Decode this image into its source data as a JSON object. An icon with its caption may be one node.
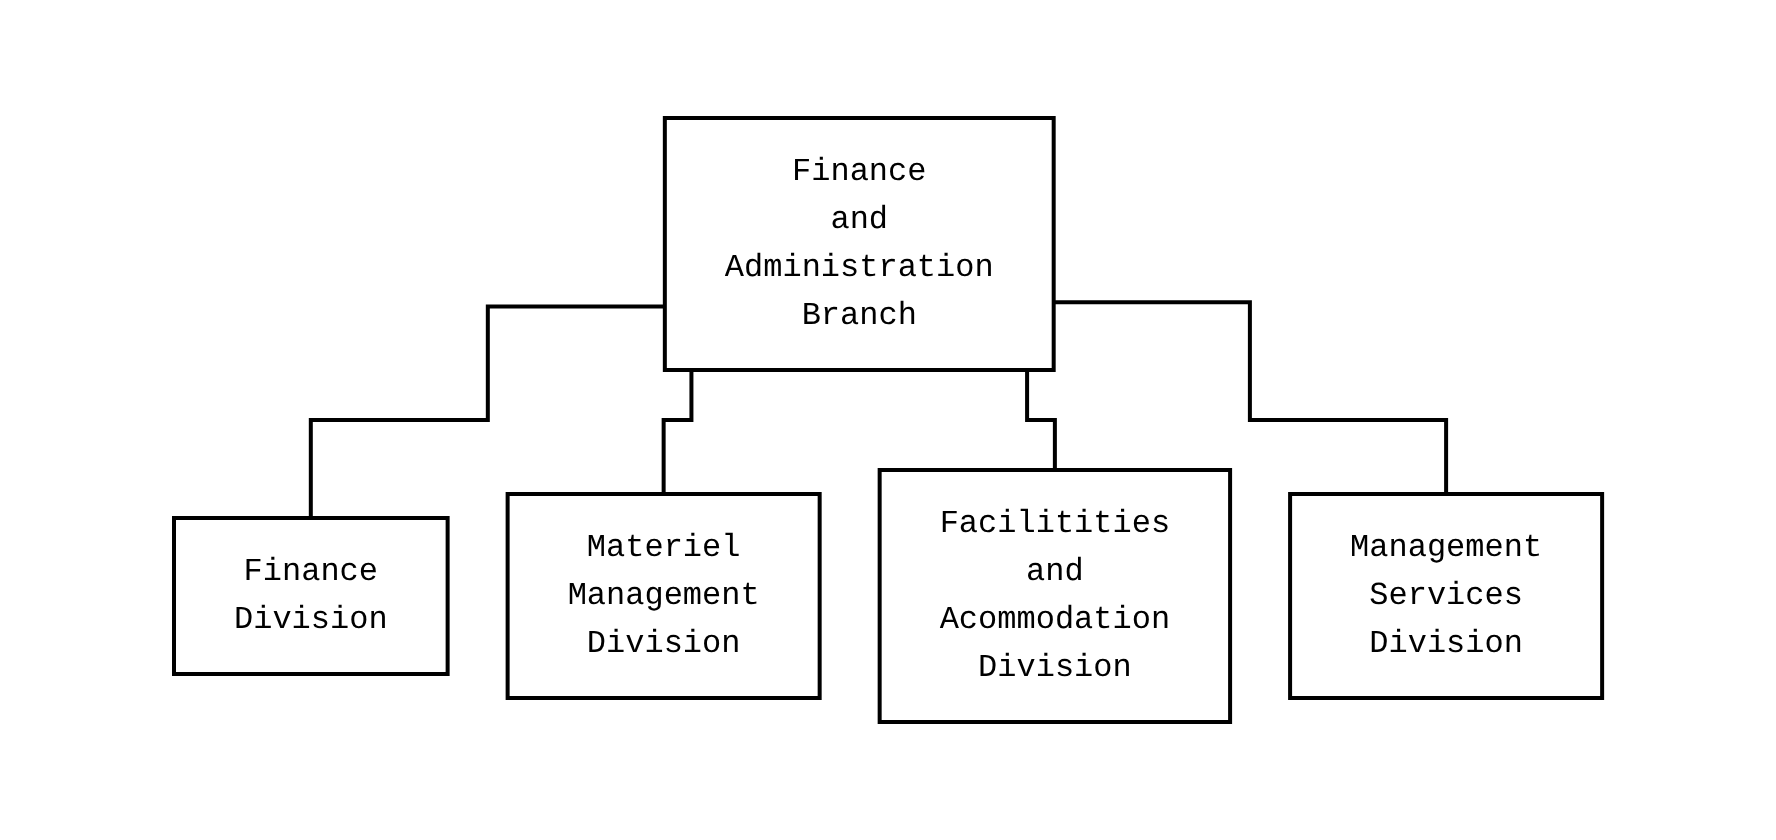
{
  "diagram": {
    "nodes": [
      {
        "text": [
          "Finance and Administration Branch"
        ]
      },
      {
        "text": [
          "Finance Division"
        ]
      },
      {
        "text": [
          "Materiel Management Division"
        ]
      },
      {
        "text": [
          "Facilitities and Acommodation Division"
        ]
      },
      {
        "text": [
          "Management Services Division"
        ]
      }
    ],
    "edges": [
      {
        "from": 0,
        "to": 1,
        "arrow": "none"
      },
      {
        "from": 0,
        "to": 2,
        "arrow": "none"
      },
      {
        "from": 0,
        "to": 3,
        "arrow": "none"
      },
      {
        "from": 0,
        "to": 4,
        "arrow": "none"
      }
    ]
  }
}
